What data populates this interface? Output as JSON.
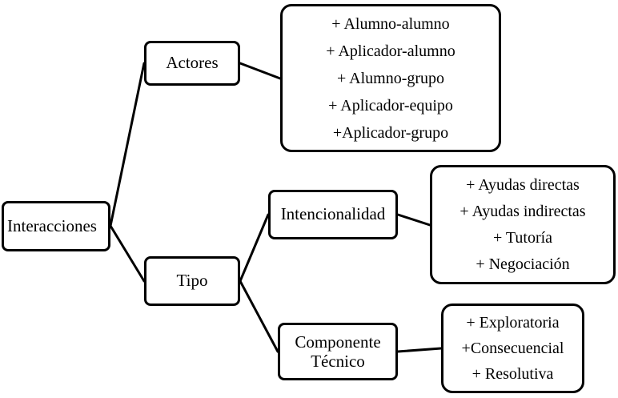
{
  "diagram": {
    "root": {
      "label": "Interacciones"
    },
    "actores": {
      "label": "Actores",
      "items": [
        "+ Alumno-alumno",
        "+ Aplicador-alumno",
        "+ Alumno-grupo",
        "+ Aplicador-equipo",
        "+Aplicador-grupo"
      ]
    },
    "tipo": {
      "label": "Tipo"
    },
    "intencionalidad": {
      "label": "Intencionalidad",
      "items": [
        "+ Ayudas directas",
        "+ Ayudas indirectas",
        "+ Tutoría",
        "+ Negociación"
      ]
    },
    "componente": {
      "label_line1": "Componente",
      "label_line2": "Técnico",
      "items": [
        "+ Exploratoria",
        "+Consecuencial",
        "+ Resolutiva"
      ]
    }
  }
}
